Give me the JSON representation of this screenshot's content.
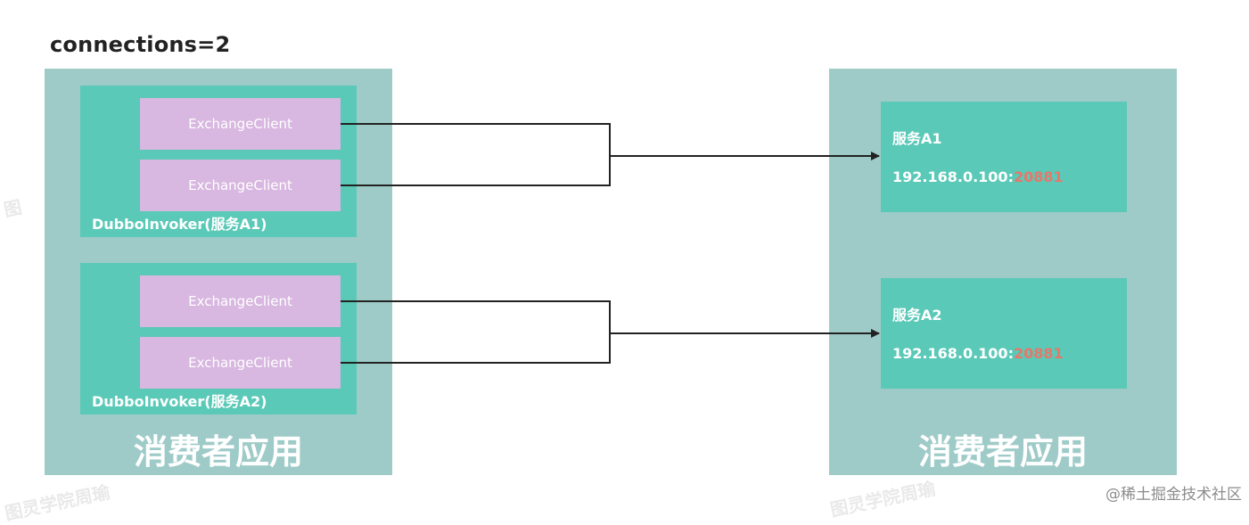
{
  "title": "connections=2",
  "consumer_left": {
    "app_label": "消费者应用",
    "invokers": [
      {
        "label": "DubboInvoker(服务A1)",
        "clients": [
          "ExchangeClient",
          "ExchangeClient"
        ]
      },
      {
        "label": "DubboInvoker(服务A2)",
        "clients": [
          "ExchangeClient",
          "ExchangeClient"
        ]
      }
    ]
  },
  "consumer_right": {
    "app_label": "消费者应用",
    "services": [
      {
        "name": "服务A1",
        "host": "192.168.0.100:",
        "port": "20881"
      },
      {
        "name": "服务A2",
        "host": "192.168.0.100:",
        "port": "20881"
      }
    ]
  },
  "credit": "@稀土掘金技术社区",
  "colors": {
    "app_box": "#9ecbc8",
    "teal": "#5ac9b7",
    "client": "#d8b7e0",
    "port": "#e8776a",
    "line": "#222222"
  }
}
